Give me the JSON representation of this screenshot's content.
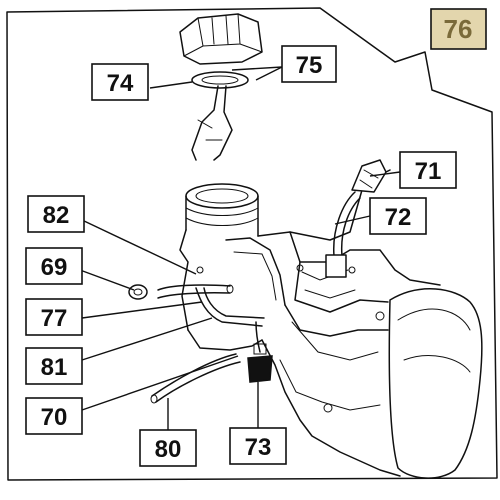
{
  "diagram": {
    "assembly_ref": "76",
    "assembly_ref_bg": "#e3d6ad",
    "parts": [
      {
        "id": "74",
        "label": "74"
      },
      {
        "id": "75",
        "label": "75"
      },
      {
        "id": "71",
        "label": "71"
      },
      {
        "id": "72",
        "label": "72"
      },
      {
        "id": "82",
        "label": "82"
      },
      {
        "id": "69",
        "label": "69"
      },
      {
        "id": "77",
        "label": "77"
      },
      {
        "id": "81",
        "label": "81"
      },
      {
        "id": "70",
        "label": "70"
      },
      {
        "id": "80",
        "label": "80"
      },
      {
        "id": "73",
        "label": "73"
      }
    ]
  }
}
